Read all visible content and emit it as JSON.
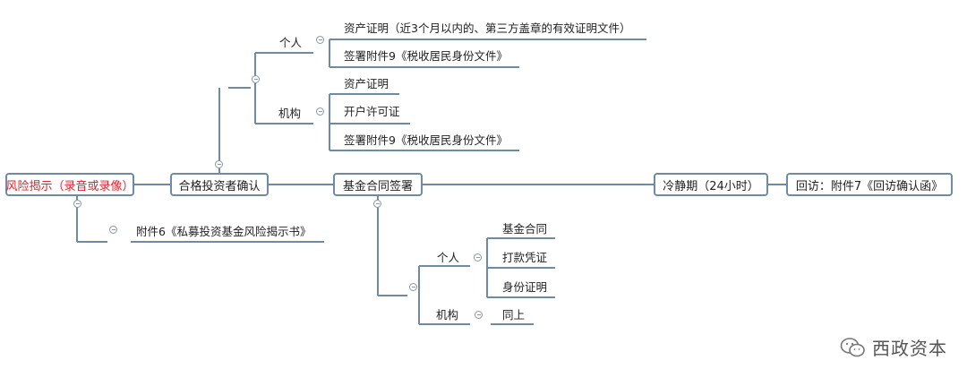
{
  "main_nodes": {
    "risk": "风险揭示（录音或录像）",
    "qualify": "合格投资者确认",
    "contract": "基金合同签署",
    "cooling": "冷静期（24小时）",
    "revisit": "回访：附件7《回访确认函》"
  },
  "qualify_branch": {
    "individual": {
      "label": "个人",
      "items": [
        "资产证明（近3个月以内的、第三方盖章的有效证明文件）",
        "签署附件9《税收居民身份文件》"
      ]
    },
    "institution": {
      "label": "机构",
      "items": [
        "资产证明",
        "开户许可证",
        "签署附件9《税收居民身份文件》"
      ]
    }
  },
  "risk_branch": {
    "item": "附件6《私募投资基金风险揭示书》"
  },
  "contract_branch": {
    "individual": {
      "label": "个人",
      "items": [
        "基金合同",
        "打款凭证",
        "身份证明"
      ]
    },
    "institution": {
      "label": "机构",
      "item": "同上"
    }
  },
  "watermark": {
    "text": "西政资本",
    "icon": "wechat-icon"
  },
  "colors": {
    "line": "#6d8ba6",
    "risk_text": "#d8262d"
  }
}
